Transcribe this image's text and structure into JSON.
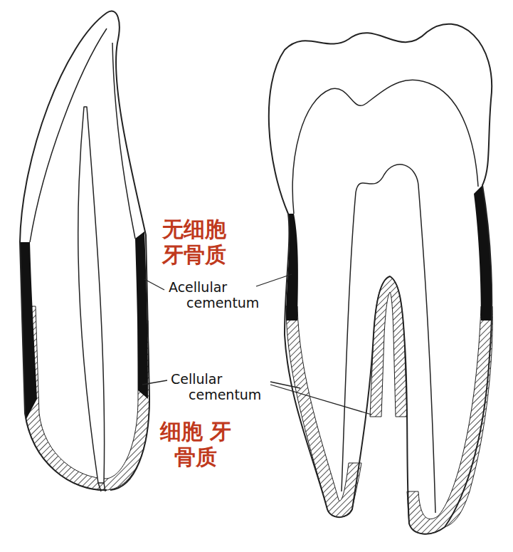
{
  "diagram": {
    "labels": [
      "无细胞 牙骨质",
      "Acellular cementum",
      "Cellular cementum",
      "细胞 牙骨质"
    ]
  }
}
